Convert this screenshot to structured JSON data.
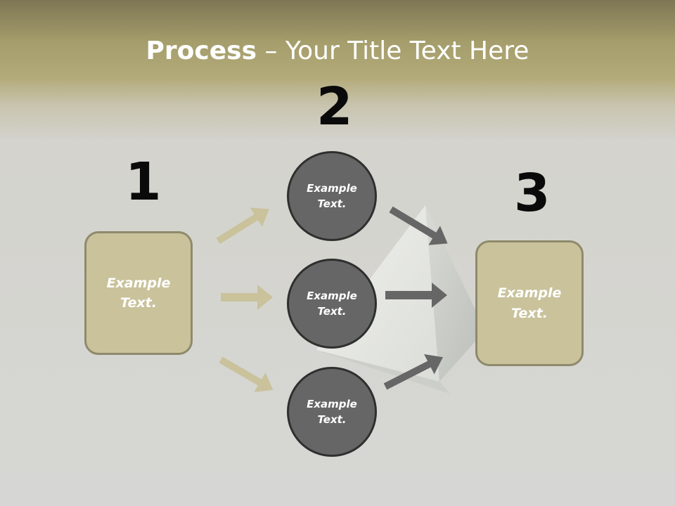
{
  "slide": {
    "title_bold": "Process",
    "title_rest": " – Your Title Text Here",
    "step_numbers": [
      "1",
      "2",
      "3"
    ],
    "left_box_label": "Example\nText.",
    "right_box_label": "Example\nText.",
    "circles": [
      {
        "label": "Example\nText."
      },
      {
        "label": "Example\nText."
      },
      {
        "label": "Example\nText."
      }
    ]
  },
  "colors": {
    "box_fill": "#c9c29b",
    "box_border": "#8f8a6c",
    "circle_fill": "#666666",
    "circle_border": "#2f2f2f",
    "arrow_left": "#c9c29b",
    "arrow_right": "#666666"
  }
}
